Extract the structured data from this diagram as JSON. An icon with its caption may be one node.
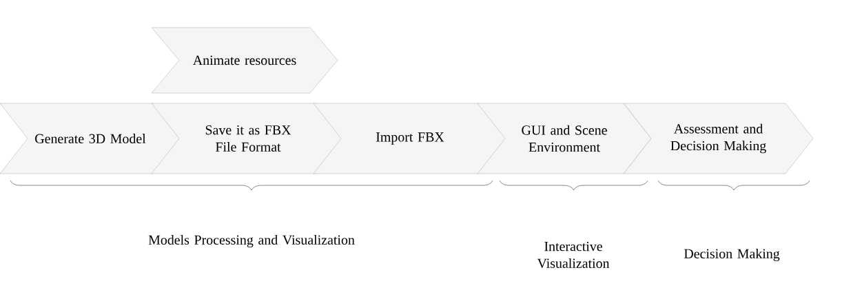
{
  "diagram": {
    "nodes": [
      {
        "text": [
          "Animate resources"
        ]
      },
      {
        "text": [
          "Generate 3D Model"
        ]
      },
      {
        "text": [
          "Save it as FBX File Format"
        ]
      },
      {
        "text": [
          "Import FBX"
        ]
      },
      {
        "text": [
          "GUI and Scene Environment"
        ]
      },
      {
        "text": [
          "Assessment and Decision Making"
        ]
      }
    ],
    "labels": [
      "Models Processing and Visualization",
      "Interactive Visualization",
      "Decision Making"
    ]
  }
}
